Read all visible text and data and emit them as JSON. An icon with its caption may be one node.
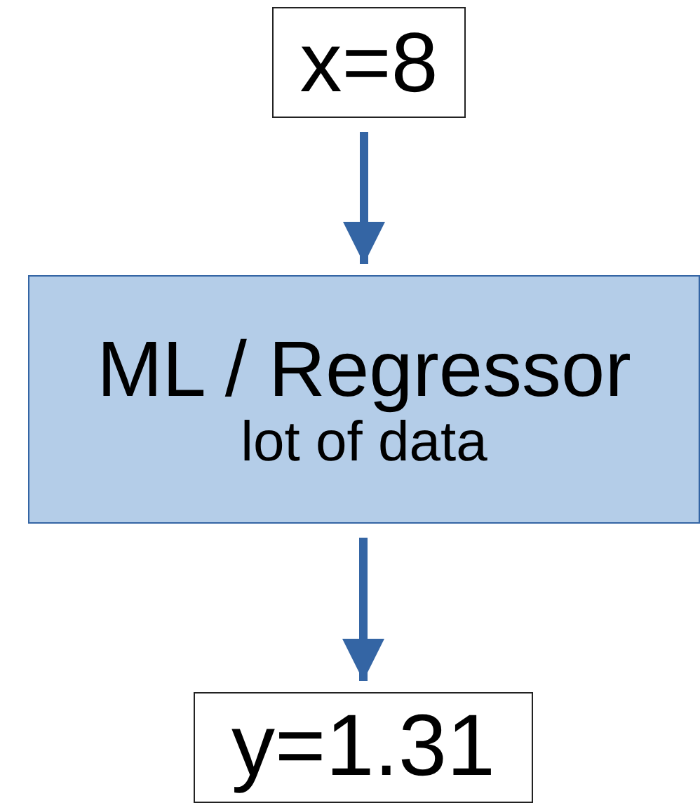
{
  "diagram": {
    "nodes": [
      {
        "text": [
          "x=8"
        ]
      },
      {
        "text": [
          "ML / Regressor",
          "lot of data"
        ]
      },
      {
        "text": [
          "y=1.31"
        ]
      }
    ],
    "edges": [
      {
        "from": 0,
        "to": 1,
        "arrow": "to"
      },
      {
        "from": 1,
        "to": 2,
        "arrow": "to"
      }
    ]
  }
}
